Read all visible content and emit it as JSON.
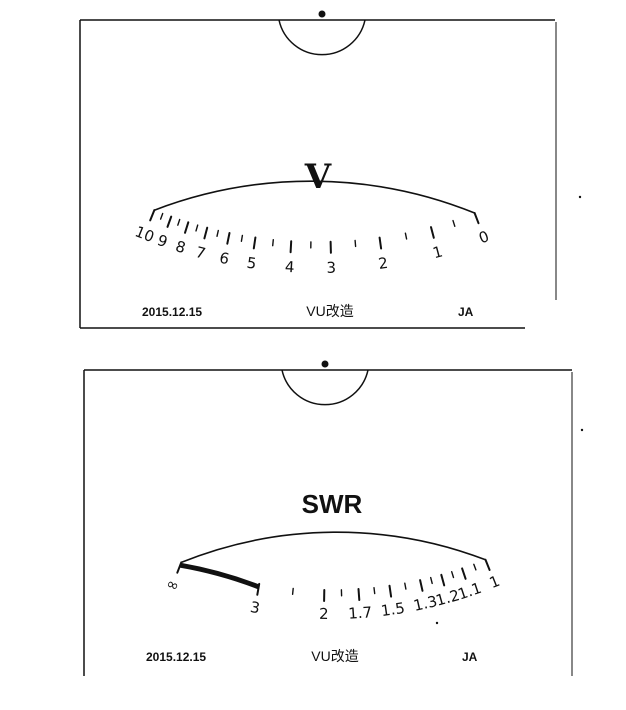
{
  "meters": [
    {
      "title": "V",
      "footer": {
        "date": "2015.12.15",
        "middle": "VU改造",
        "right": "JA"
      },
      "scale": {
        "major_labels": [
          "0",
          "1",
          "2",
          "3",
          "4",
          "5",
          "6",
          "7",
          "8",
          "9",
          "10"
        ]
      }
    },
    {
      "title": "SWR",
      "footer": {
        "date": "2015.12.15",
        "middle": "VU改造",
        "right": "JA"
      },
      "scale": {
        "major_labels": [
          "1",
          "1.1",
          "1.2",
          "1.3",
          "1.5",
          "1.7",
          "2",
          "3",
          "∞"
        ]
      }
    }
  ]
}
